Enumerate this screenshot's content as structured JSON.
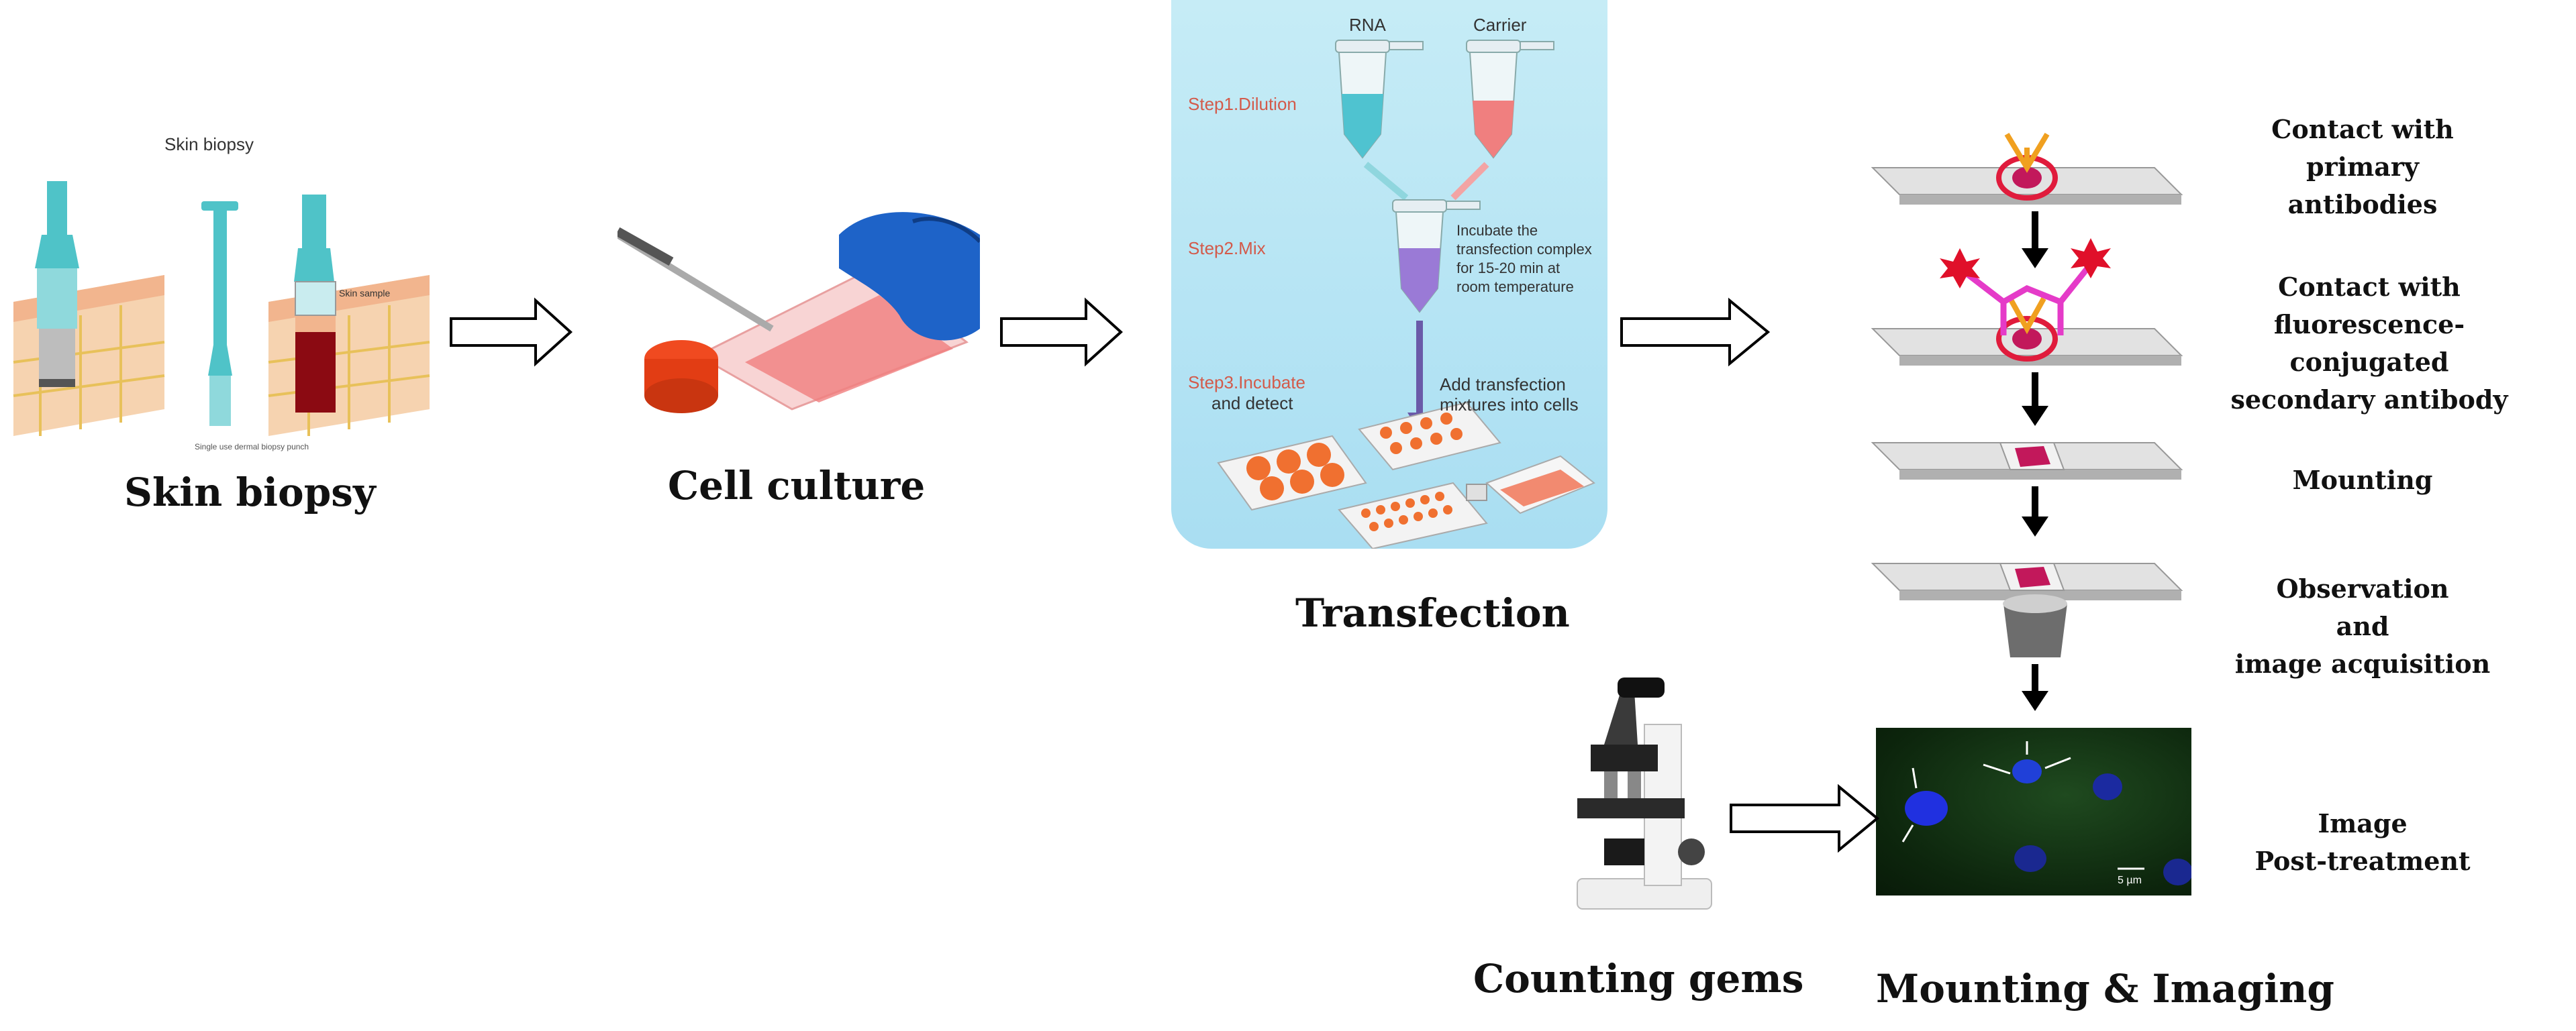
{
  "skin_biopsy": {
    "title": "Skin biopsy",
    "caption": "Skin biopsy",
    "punch_label": "Single use dermal biopsy punch",
    "sample_label": "Skin sample"
  },
  "cell_culture": {
    "caption": "Cell culture"
  },
  "transfection": {
    "caption": "Transfection",
    "rna_label": "RNA",
    "carrier_label": "Carrier",
    "step1": "Step1.Dilution",
    "step2": "Step2.Mix",
    "step3_line1": "Step3.Incubate",
    "step3_line2": "and detect",
    "incubate_line1": "Incubate the",
    "incubate_line2": "transfection complex",
    "incubate_line3": "for 15-20 min at",
    "incubate_line4": "room temperature",
    "add_line1": "Add transfection",
    "add_line2": "mixtures into cells"
  },
  "mounting_imaging": {
    "caption": "Mounting & Imaging",
    "steps": [
      {
        "line1": "Contact with",
        "line2": "primary antibodies",
        "line3": ""
      },
      {
        "line1": "Contact with",
        "line2": "fluorescence-conjugated",
        "line3": "secondary antibody"
      },
      {
        "line1": "Mounting",
        "line2": "",
        "line3": ""
      },
      {
        "line1": "Observation",
        "line2": "and",
        "line3": "image acquisition"
      },
      {
        "line1": "Image",
        "line2": "Post-treatment",
        "line3": ""
      }
    ],
    "scale_bar": "5 µm"
  },
  "counting": {
    "caption": "Counting gems"
  },
  "colors": {
    "teal": "#4fc3c8",
    "skin": "#f4c9a3",
    "blood": "#8b0a12",
    "slide": "#dcdcdc",
    "tissue": "#c2185b",
    "fluor": "#e53bc8",
    "transfection_bg": "#b8e3f3"
  }
}
